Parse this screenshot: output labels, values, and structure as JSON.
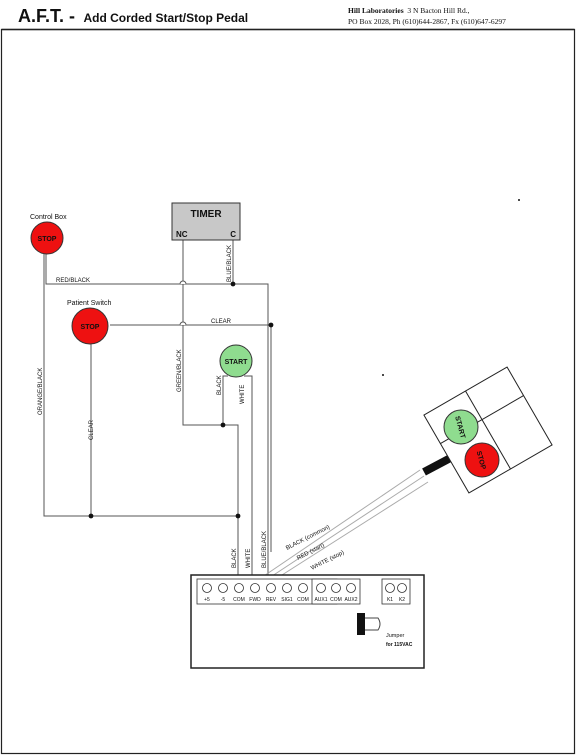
{
  "header": {
    "title_prefix": "A.F.T. -",
    "title": "Add Corded Start/Stop Pedal",
    "lab_name": "Hill Laboratories",
    "lab_address_line1": "3 N Bacton Hill Rd.,",
    "lab_address_line2": "PO Box 2028, Ph (610)644-2867, Fx (610)647-6297"
  },
  "timer": {
    "label": "TIMER",
    "terminal_nc": "NC",
    "terminal_c": "C"
  },
  "control_box": {
    "label": "Control Box",
    "button": "STOP"
  },
  "patient_switch": {
    "label": "Patient Switch",
    "button": "STOP"
  },
  "start_button": {
    "button": "START"
  },
  "pedal": {
    "start": "START",
    "stop": "STOP"
  },
  "wires": {
    "red_black": "RED/BLACK",
    "blue_black_top": "BLUE/BLACK",
    "clear_top": "CLEAR",
    "green_black": "GREEN/BLACK",
    "black_start": "BLACK",
    "white_start": "WHITE",
    "orange_black": "ORANGE/BLACK",
    "clear_left": "CLEAR",
    "black_bottom": "BLACK",
    "white_bottom": "WHITE",
    "blue_black_bottom": "BLUE/BLACK",
    "cable_common": "BLACK (common)",
    "cable_start": "RED (start)",
    "cable_stop": "WHITE (stop)"
  },
  "terminal_block": {
    "terminals": [
      "+5",
      "-5",
      "COM",
      "FWD",
      "REV",
      "SIG1",
      "COM"
    ],
    "aux_terminals": [
      "AUX1",
      "COM",
      "AUX2"
    ],
    "k_terminals": [
      "K1",
      "K2"
    ],
    "jumper_label": "Jumper",
    "jumper_sublabel": "for 115VAC"
  },
  "colors": {
    "stop_red": "#ee1111",
    "start_green": "#8fdc8f",
    "timer_gray": "#c8c8c8",
    "wire": "#555555",
    "cable": "#999999"
  }
}
